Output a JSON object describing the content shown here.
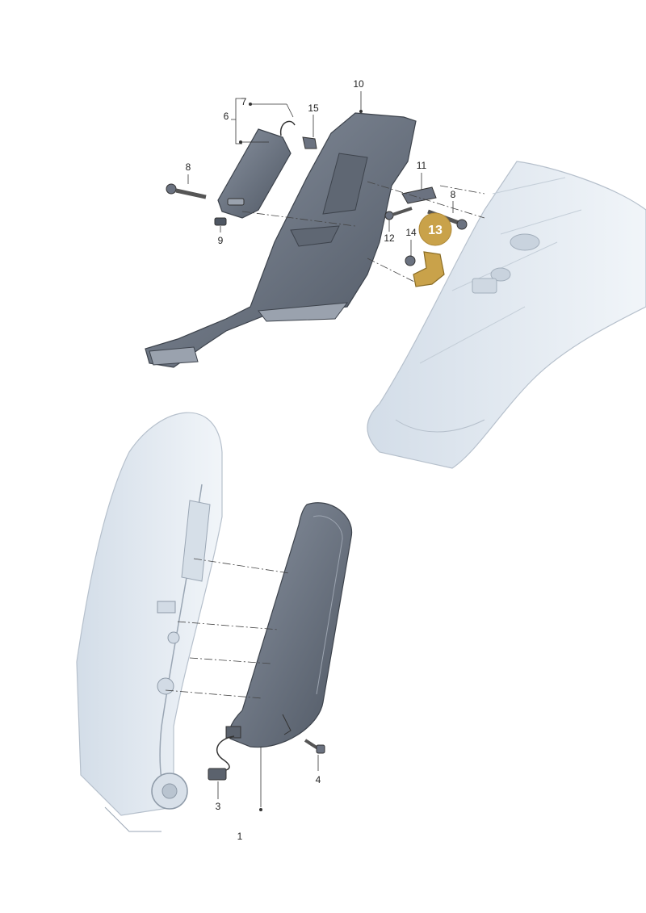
{
  "diagram": {
    "callouts": {
      "c1": "1",
      "c3": "3",
      "c4": "4",
      "c6": "6",
      "c7": "7",
      "c8a": "8",
      "c8b": "8",
      "c9": "9",
      "c10": "10",
      "c11": "11",
      "c12": "12",
      "c14": "14",
      "c15": "15"
    },
    "highlight": {
      "label": "13",
      "color": "#c9a24a"
    },
    "colors": {
      "part_fill": "#6f7785",
      "part_dark": "#565d69",
      "body_fill": "#e4eaf1",
      "body_stroke": "#a8b3c0",
      "line": "#333333"
    }
  }
}
